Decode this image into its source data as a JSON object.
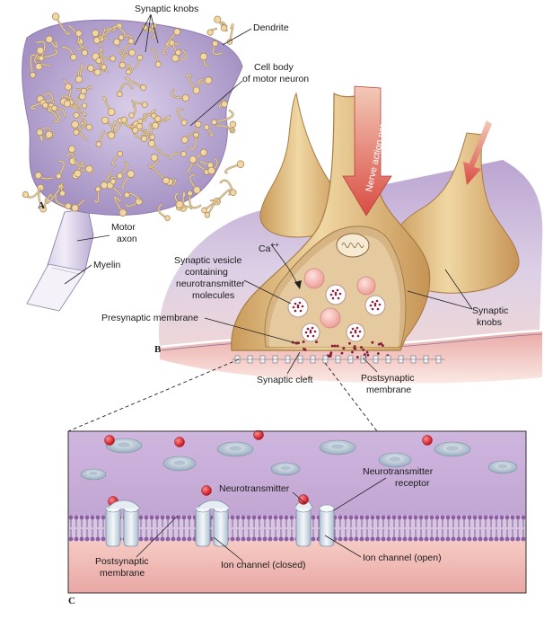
{
  "panels": {
    "a": "A",
    "b": "B",
    "c": "C"
  },
  "panel_a": {
    "synaptic_knobs": "Synaptic knobs",
    "dendrite": "Dendrite",
    "cell_body_line1": "Cell body",
    "cell_body_line2": "of motor neuron",
    "motor_axon_line1": "Motor",
    "motor_axon_line2": "axon",
    "myelin": "Myelin"
  },
  "panel_b": {
    "nerve_action_potential": "Nerve action potential",
    "calcium": "Ca",
    "calcium_charge": "++",
    "vesicle_line1": "Synaptic vesicle",
    "vesicle_line2": "containing",
    "vesicle_line3": "neurotransmitter",
    "vesicle_line4": "molecules",
    "synaptic_knobs_line1": "Synaptic",
    "synaptic_knobs_line2": "knobs",
    "presynaptic_membrane": "Presynaptic membrane",
    "synaptic_cleft": "Synaptic cleft",
    "postsynaptic_line1": "Postsynaptic",
    "postsynaptic_line2": "membrane"
  },
  "panel_c": {
    "receptor_line1": "Neurotransmitter",
    "receptor_line2": "receptor",
    "neurotransmitter": "Neurotransmitter",
    "postsynaptic_line1": "Postsynaptic",
    "postsynaptic_line2": "membrane",
    "ion_closed": "Ion channel (closed)",
    "ion_open": "Ion channel (open)"
  },
  "colors": {
    "neuron_tan": "#e9c98f",
    "neuron_shade": "#c9a063",
    "cell_body_purple": "#b8a7cf",
    "tissue_lavender": "#c9b4d8",
    "tissue_pink": "#efc1bd",
    "arrow_red": "#d9544f",
    "vesicle_pink": "#f4b6b2",
    "transmitter_red": "#d8202f",
    "membrane_purple": "#8d5fa0",
    "channel_blue": "#dce6ee"
  }
}
